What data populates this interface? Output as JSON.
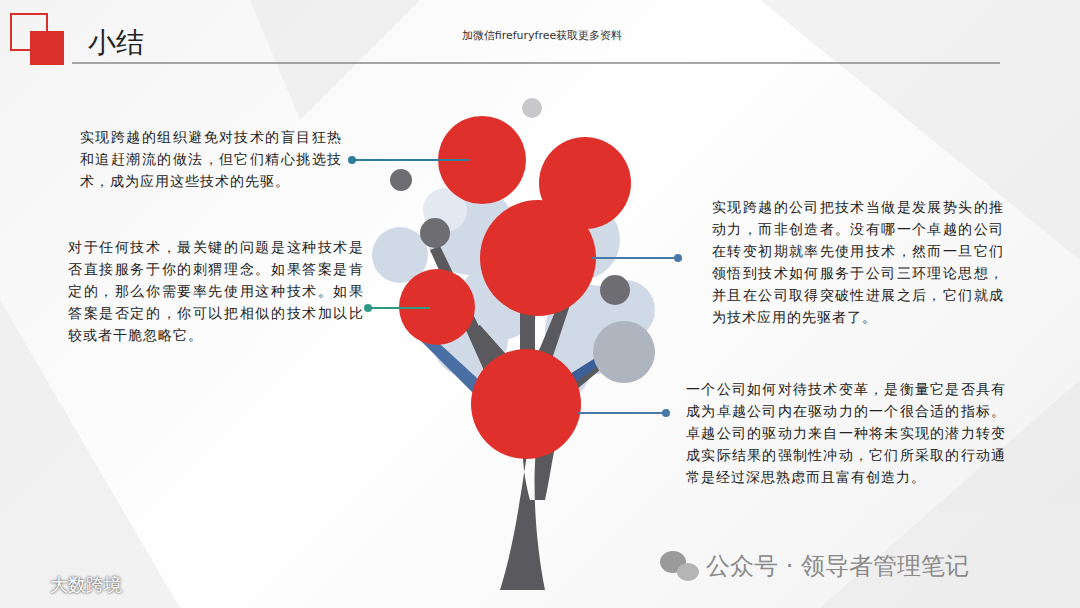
{
  "diagram": {
    "title": "小结",
    "labels": [
      "加微信firefuryfree获取更多资料",
      "实现跨越的组织避免对技术的盲目狂热和追赶潮流的做法，但它们精心挑选技术，成为应用这些技术的先驱。",
      "对于任何技术，最关键的问题是这种技术是否直接服务于你的刺猬理念。如果答案是肯定的，那么你需要率先使用这种技术。如果答案是否定的，你可以把相似的技术加以比较或者干脆忽略它。",
      "实现跨越的公司把技术当做是发展势头的推动力，而非创造者。没有哪一个卓越的公司在转变初期就率先使用技术，然而一旦它们领悟到技术如何服务于公司三环理论思想，并且在公司取得突破性进展之后，它们就成为技术应用的先驱者了。",
      "一个公司如何对待技术变革，是衡量它是否具有成为卓越公司内在驱动力的一个很合适的指标。卓越公司的驱动力来自一种将未实现的潜力转变成实际结果的强制性冲动，它们所采取的行动通常是经过深思熟虑而且富有创造力。",
      "公众号 · 领导者管理笔记",
      "大数跨境"
    ]
  }
}
